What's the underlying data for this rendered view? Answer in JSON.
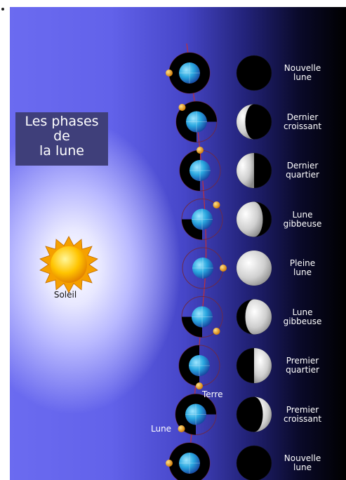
{
  "title_lines": [
    "Les phases",
    "de",
    "la lune"
  ],
  "sun_label": "Soleil",
  "earth_label": "Terre",
  "moon_label": "Lune",
  "colors": {
    "night_side": "#000000",
    "earth": "#2aa8e0",
    "moon_small": "#f0a000",
    "sun": "#ffc400",
    "orbit_line": "#c0303a"
  },
  "phases": [
    {
      "lines": [
        "Nouvelle",
        "lune"
      ],
      "lit_fraction": 0.0,
      "lit_side": "none",
      "moon_angle_deg": 180
    },
    {
      "lines": [
        "Dernier",
        "croissant"
      ],
      "lit_fraction": 0.25,
      "lit_side": "left",
      "moon_angle_deg": 225
    },
    {
      "lines": [
        "Dernier",
        "quartier"
      ],
      "lit_fraction": 0.5,
      "lit_side": "left",
      "moon_angle_deg": 270
    },
    {
      "lines": [
        "Lune",
        "gibbeuse"
      ],
      "lit_fraction": 0.75,
      "lit_side": "left",
      "moon_angle_deg": 315
    },
    {
      "lines": [
        "Pleine",
        "lune"
      ],
      "lit_fraction": 1.0,
      "lit_side": "full",
      "moon_angle_deg": 0
    },
    {
      "lines": [
        "Lune",
        "gibbeuse"
      ],
      "lit_fraction": 0.75,
      "lit_side": "right",
      "moon_angle_deg": 45
    },
    {
      "lines": [
        "Premier",
        "quartier"
      ],
      "lit_fraction": 0.5,
      "lit_side": "right",
      "moon_angle_deg": 90
    },
    {
      "lines": [
        "Premier",
        "croissant"
      ],
      "lit_fraction": 0.25,
      "lit_side": "right",
      "moon_angle_deg": 135
    },
    {
      "lines": [
        "Nouvelle",
        "lune"
      ],
      "lit_fraction": 0.0,
      "lit_side": "none",
      "moon_angle_deg": 180
    }
  ]
}
